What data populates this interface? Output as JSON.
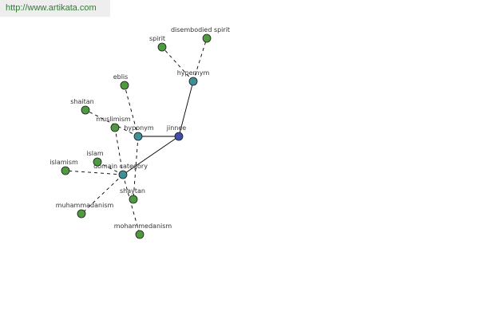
{
  "site_url": "http://www.artikata.com",
  "colors": {
    "green_node": "#4f9a3f",
    "blue_node": "#3f4fa8",
    "teal_node": "#3f8f96",
    "node_stroke": "#1a1a1a",
    "edge": "#000000",
    "label": "#333333",
    "url": "#2e7d32",
    "banner": "#eeeeee"
  },
  "nodes": [
    {
      "id": "jinnee",
      "label": "jinnee",
      "kind": "focus"
    },
    {
      "id": "hypernym",
      "label": "hypernym",
      "kind": "relation"
    },
    {
      "id": "hyponym",
      "label": "hyponym",
      "kind": "relation"
    },
    {
      "id": "domain-category",
      "label": "domain category",
      "kind": "relation"
    },
    {
      "id": "spirit",
      "label": "spirit",
      "kind": "term"
    },
    {
      "id": "disembodied-spirit",
      "label": "disembodied spirit",
      "kind": "term"
    },
    {
      "id": "eblis",
      "label": "eblis",
      "kind": "term"
    },
    {
      "id": "shaitan-1",
      "label": "shaitan",
      "kind": "term"
    },
    {
      "id": "muslimism",
      "label": "muslimism",
      "kind": "term"
    },
    {
      "id": "islam",
      "label": "islam",
      "kind": "term"
    },
    {
      "id": "islamism",
      "label": "islamism",
      "kind": "term"
    },
    {
      "id": "shaytan",
      "label": "shaytan",
      "kind": "term"
    },
    {
      "id": "muhammadanism",
      "label": "muhammadanism",
      "kind": "term"
    },
    {
      "id": "mohammedanism",
      "label": "mohammedanism",
      "kind": "term"
    }
  ],
  "edges": [
    {
      "from": "jinnee",
      "to": "hypernym",
      "style": "solid"
    },
    {
      "from": "jinnee",
      "to": "hyponym",
      "style": "solid"
    },
    {
      "from": "jinnee",
      "to": "domain-category",
      "style": "solid"
    },
    {
      "from": "hypernym",
      "to": "spirit",
      "style": "dashed"
    },
    {
      "from": "hypernym",
      "to": "disembodied-spirit",
      "style": "dashed"
    },
    {
      "from": "hyponym",
      "to": "eblis",
      "style": "dashed"
    },
    {
      "from": "hyponym",
      "to": "shaitan-1",
      "style": "dashed"
    },
    {
      "from": "hyponym",
      "to": "shaytan",
      "style": "dashed"
    },
    {
      "from": "domain-category",
      "to": "muslimism",
      "style": "dashed"
    },
    {
      "from": "domain-category",
      "to": "islam",
      "style": "dashed"
    },
    {
      "from": "domain-category",
      "to": "islamism",
      "style": "dashed"
    },
    {
      "from": "domain-category",
      "to": "muhammadanism",
      "style": "dashed"
    },
    {
      "from": "domain-category",
      "to": "mohammedanism",
      "style": "dashed"
    }
  ]
}
